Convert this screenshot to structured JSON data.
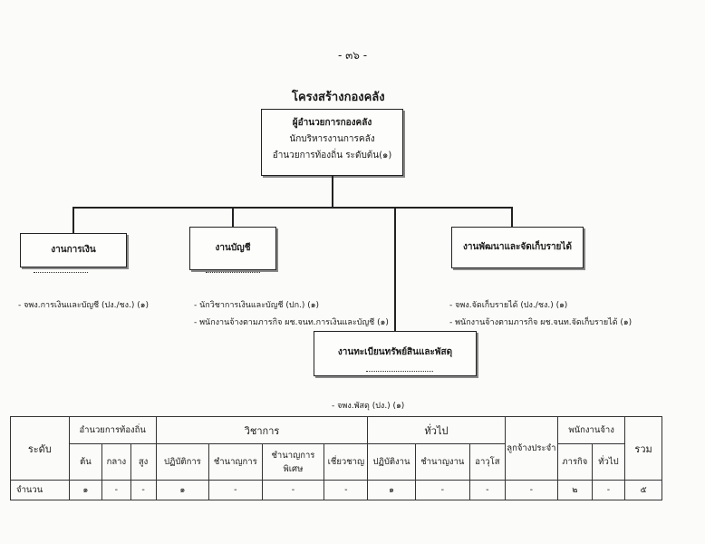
{
  "page_number": "- ๓๖ -",
  "title": "โครงสร้างกองคลัง",
  "director": {
    "line1": "ผู้อำนวยการกองคลัง",
    "line2": "นักบริหารงานการคลัง",
    "line3": "อำนวยการท้องถิ่น ระดับต้น(๑)"
  },
  "sections": {
    "finance": {
      "label": "งานการเงิน",
      "staff": [
        "-  จพง.การเงินและบัญชี (ปง./ชง.) (๑)"
      ]
    },
    "accounting": {
      "label": "งานบัญชี",
      "staff": [
        "-  นักวิชาการเงินและบัญชี (ปก.) (๑)",
        "-  พนักงานจ้างตามภารกิจ ผช.จนท.การเงินและบัญชี (๑)"
      ]
    },
    "revenue": {
      "label": "งานพัฒนาและจัดเก็บรายได้",
      "staff": [
        "-  จพง.จัดเก็บรายได้ (ปง./ชง.)  (๑)",
        "-  พนักงานจ้างตามภารกิจ ผช.จนท.จัดเก็บรายได้ (๑)"
      ]
    },
    "assets": {
      "label": "งานทะเบียนทรัพย์สินและพัสดุ",
      "staff": [
        "-  จพง.พัสดุ (ปง.) (๑)"
      ]
    }
  },
  "table": {
    "headers": {
      "level": "ระดับ",
      "local_admin": "อำนวยการท้องถิ่น",
      "academic": "วิชาการ",
      "general": "ทั่วไป",
      "permanent_worker": "ลูกจ้างประจำ",
      "employees": "พนักงานจ้าง",
      "total": "รวม"
    },
    "subheaders": {
      "local_admin": [
        "ต้น",
        "กลาง",
        "สูง"
      ],
      "academic": [
        "ปฏิบัติการ",
        "ชำนาญการ",
        "ชำนาญการพิเศษ",
        "เชี่ยวชาญ"
      ],
      "general": [
        "ปฏิบัติงาน",
        "ชำนาญงาน",
        "อาวุโส"
      ],
      "employees": [
        "ภารกิจ",
        "ทั่วไป"
      ]
    },
    "row": {
      "label": "จำนวน",
      "local_admin": [
        "๑",
        "-",
        "-"
      ],
      "academic": [
        "๑",
        "-",
        "-",
        "-"
      ],
      "general": [
        "๑",
        "-",
        "-"
      ],
      "permanent_worker": "-",
      "employees": [
        "๒",
        "-"
      ],
      "total": "๕"
    }
  }
}
